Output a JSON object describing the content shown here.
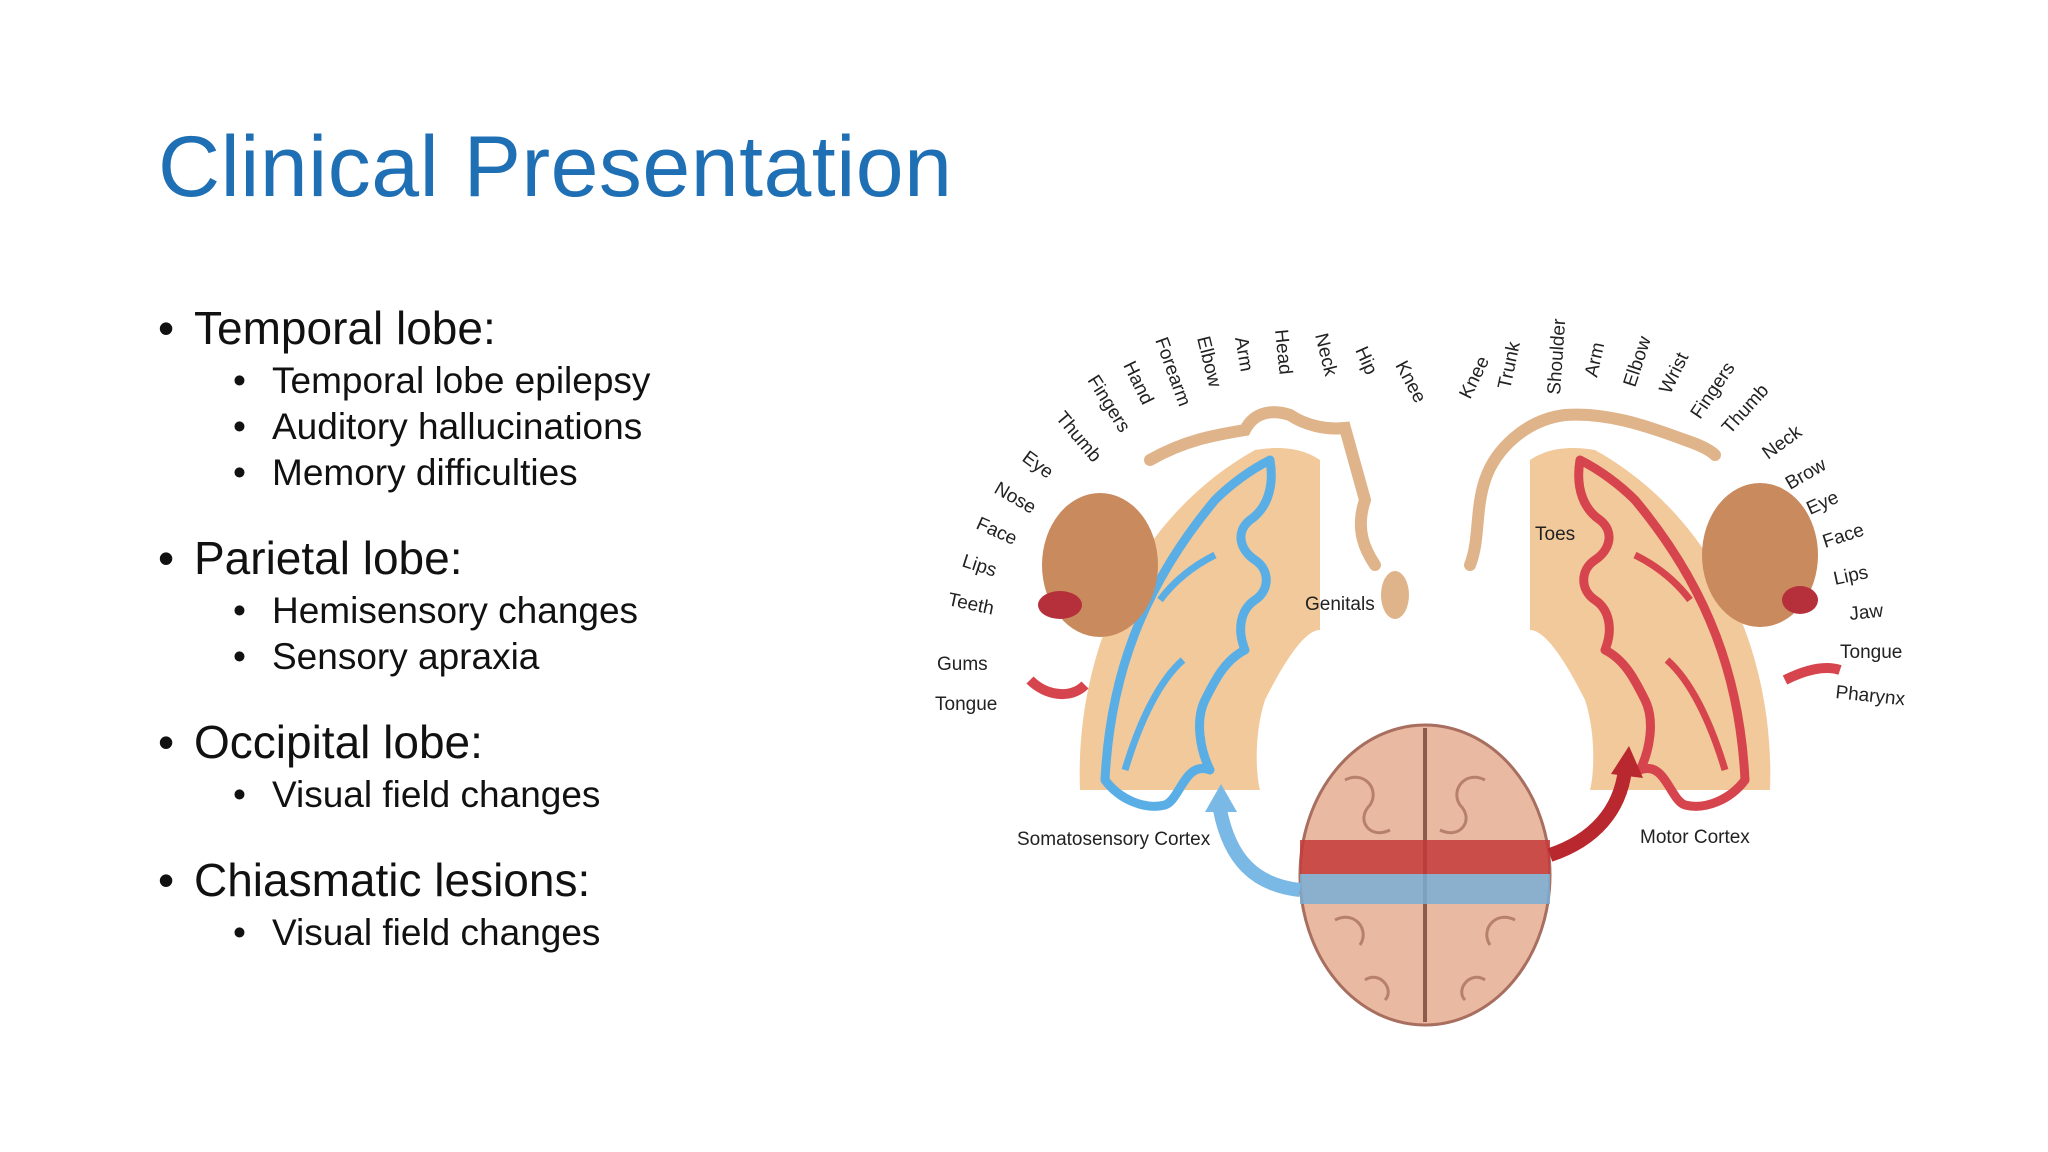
{
  "title": "Clinical Presentation",
  "sections": [
    {
      "heading": "Temporal lobe:",
      "items": [
        "Temporal lobe epilepsy",
        "Auditory hallucinations",
        "Memory difficulties"
      ]
    },
    {
      "heading": "Parietal lobe:",
      "items": [
        "Hemisensory changes",
        "Sensory apraxia"
      ]
    },
    {
      "heading": "Occipital lobe:",
      "items": [
        "Visual field changes"
      ]
    },
    {
      "heading": "Chiasmatic lesions:",
      "items": [
        "Visual field changes"
      ]
    }
  ],
  "figure": {
    "sensory_labels": [
      "Tongue",
      "Gums",
      "Teeth",
      "Lips",
      "Face",
      "Nose",
      "Eye",
      "Thumb",
      "Fingers",
      "Hand",
      "Forearm",
      "Elbow",
      "Arm",
      "Head",
      "Neck",
      "Hip",
      "Knee"
    ],
    "motor_labels": [
      "Knee",
      "Trunk",
      "Shoulder",
      "Arm",
      "Elbow",
      "Wrist",
      "Fingers",
      "Thumb",
      "Neck",
      "Brow",
      "Eye",
      "Face",
      "Lips",
      "Jaw",
      "Tongue",
      "Pharynx"
    ],
    "inner_labels": {
      "genitals": "Genitals",
      "toes": "Toes"
    },
    "captions": {
      "left": "Somatosensory Cortex",
      "right": "Motor Cortex"
    },
    "colors": {
      "sensory": "#5aaee6",
      "motor": "#d6454d",
      "tissue": "#f2c99b",
      "skin": "#e0b48a"
    }
  }
}
